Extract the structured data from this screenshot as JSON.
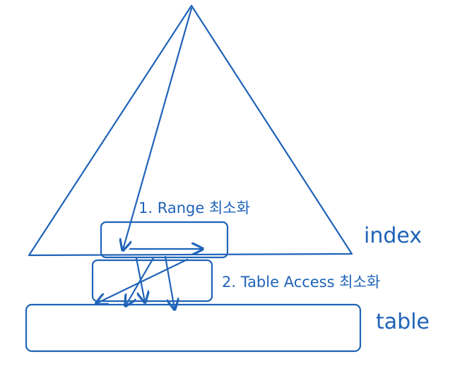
{
  "diagram": {
    "labels": {
      "range": "1. Range 최소화",
      "table_access": "2. Table Access 최소화",
      "index": "index",
      "table": "table"
    },
    "colors": {
      "stroke": "#1f63b8",
      "text": "#1f63b8",
      "background": "#ffffff"
    }
  }
}
